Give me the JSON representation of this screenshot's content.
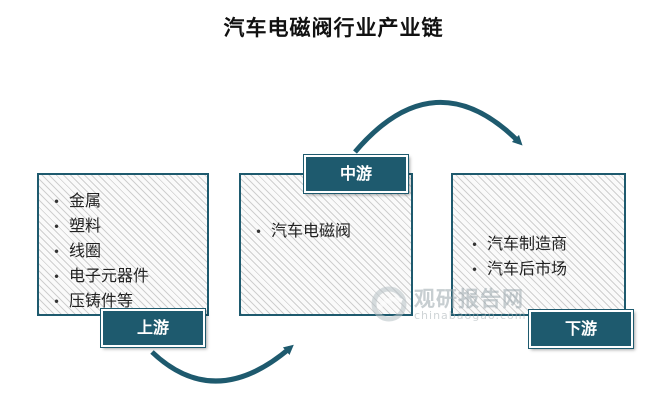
{
  "title": "汽车电磁阀行业产业链",
  "stages": {
    "upstream": {
      "label": "上游",
      "items": [
        "金属",
        "塑料",
        "线圈",
        "电子元器件",
        "压铸件等"
      ]
    },
    "midstream": {
      "label": "中游",
      "items": [
        "汽车电磁阀"
      ]
    },
    "downstream": {
      "label": "下游",
      "items": [
        "汽车制造商",
        "汽车后市场"
      ]
    }
  },
  "bullet": "•",
  "watermark": {
    "name": "观研报告网",
    "url": "chinabaogao.com"
  },
  "colors": {
    "accent": "#1e5a6e",
    "arrow": "#1e5a6e",
    "text": "#222222"
  }
}
